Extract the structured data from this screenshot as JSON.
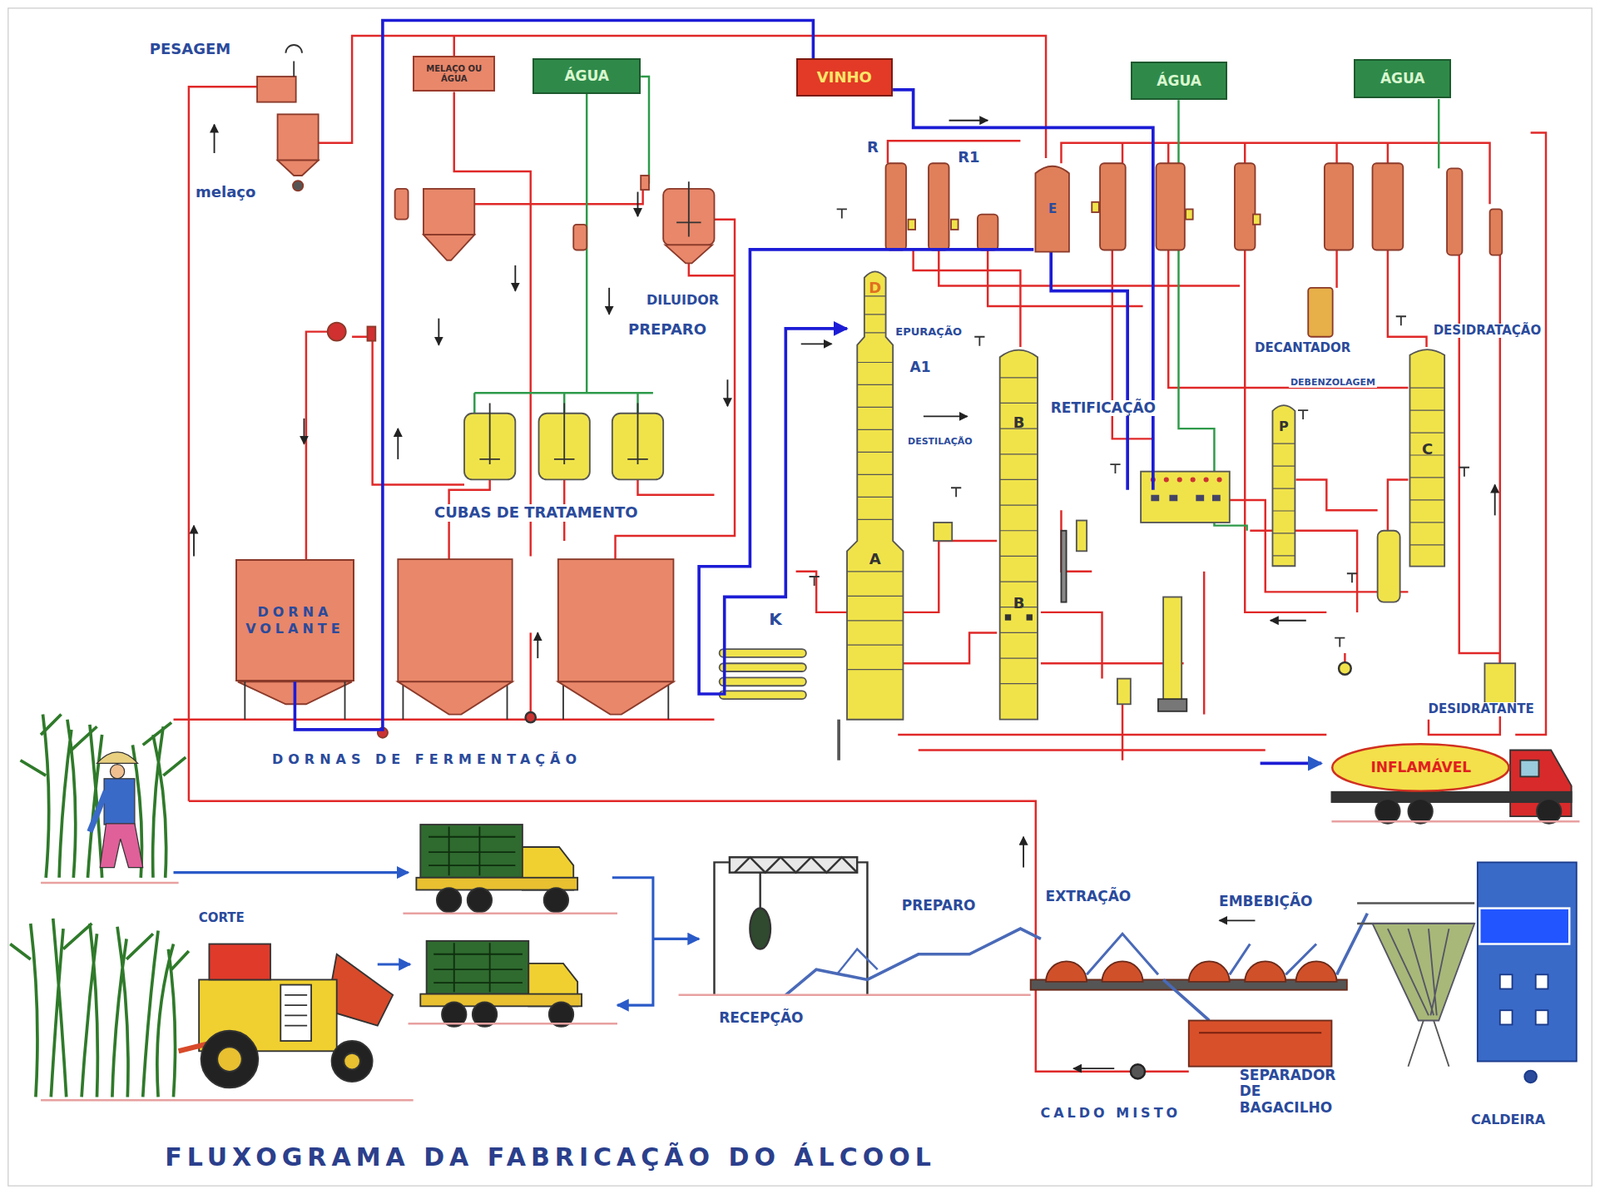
{
  "diagram": {
    "title": "FLUXOGRAMA DA FABRICAÇÃO DO ÁLCOOL",
    "nodes": [
      {
        "text": [
          "MELAÇO OU ÁGUA"
        ]
      },
      {
        "text": [
          "ÁGUA"
        ]
      },
      {
        "text": [
          "VINHO"
        ]
      },
      {
        "text": [
          "ÁGUA"
        ]
      },
      {
        "text": [
          "ÁGUA"
        ]
      },
      {
        "text": [
          "E"
        ]
      },
      {
        "text": [
          "D",
          "A"
        ]
      },
      {
        "text": [
          "B",
          "B"
        ]
      },
      {
        "text": [
          "P"
        ]
      },
      {
        "text": [
          "C"
        ]
      },
      {
        "text": [
          "DORNA VOLANTE"
        ]
      },
      {
        "text": [
          "INFLAMÁVEL"
        ]
      }
    ],
    "edges": [
      {
        "from": 10,
        "to": 2,
        "arrow": "none"
      },
      {
        "from": 5,
        "to": 6,
        "arrow": "to"
      }
    ],
    "labels": [
      "PESAGEM",
      "melaço",
      "DILUIDOR",
      "PREPARO",
      "R",
      "R1",
      "EPURAÇÃO",
      "A1",
      "DESTILAÇÃO",
      "RETIFICAÇÃO",
      "DECANTADOR",
      "DEBENZOLAGEM",
      "DESIDRATAÇÃO",
      "CUBAS DE TRATAMENTO",
      "K",
      "DESIDRATANTE",
      "DORNAS DE FERMENTAÇÃO",
      "CORTE",
      "PREPARO",
      "EXTRAÇÃO",
      "EMBEBIÇÃO",
      "RECEPÇÃO",
      "CALDO MISTO",
      "SEPARADOR DE BAGACILHO",
      "CALDEIRA"
    ]
  }
}
